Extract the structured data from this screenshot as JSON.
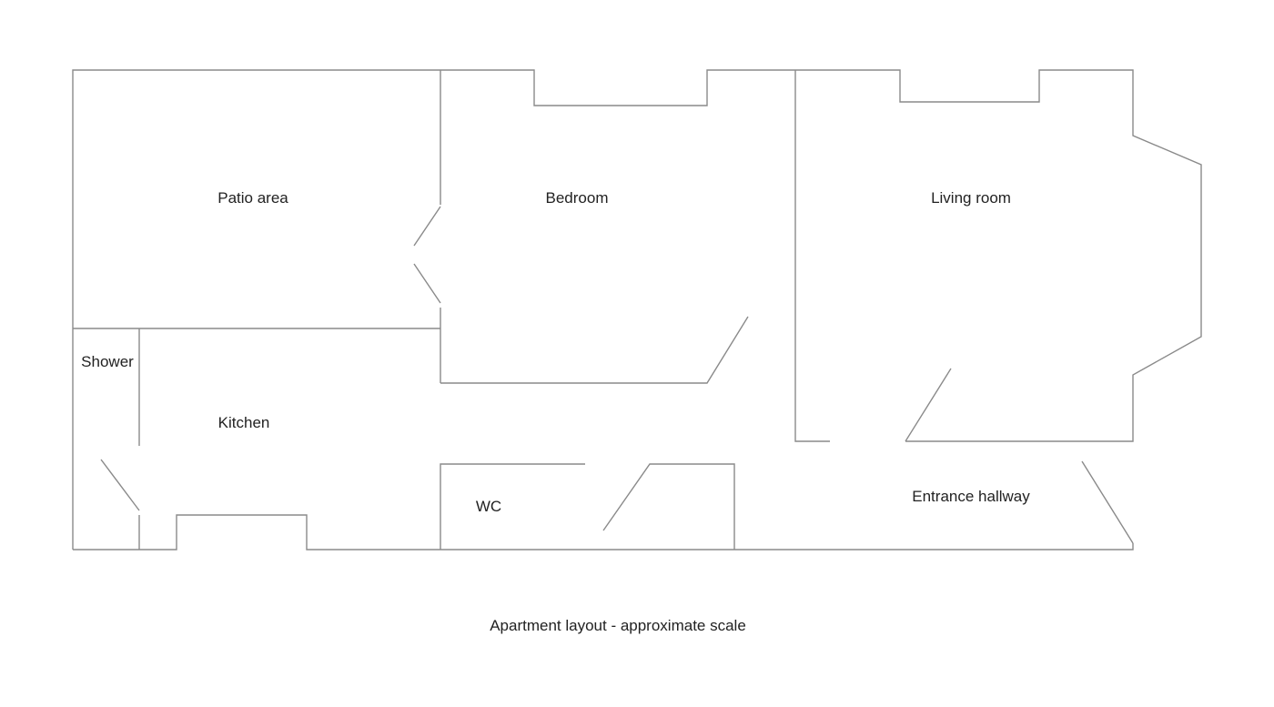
{
  "rooms": {
    "patio": "Patio area",
    "bedroom": "Bedroom",
    "living_room": "Living room",
    "shower": "Shower",
    "kitchen": "Kitchen",
    "wc": "WC",
    "entrance_hallway": "Entrance hallway"
  },
  "caption": "Apartment layout - approximate scale",
  "colors": {
    "wall": "#8a8a8a",
    "text": "#222222"
  }
}
